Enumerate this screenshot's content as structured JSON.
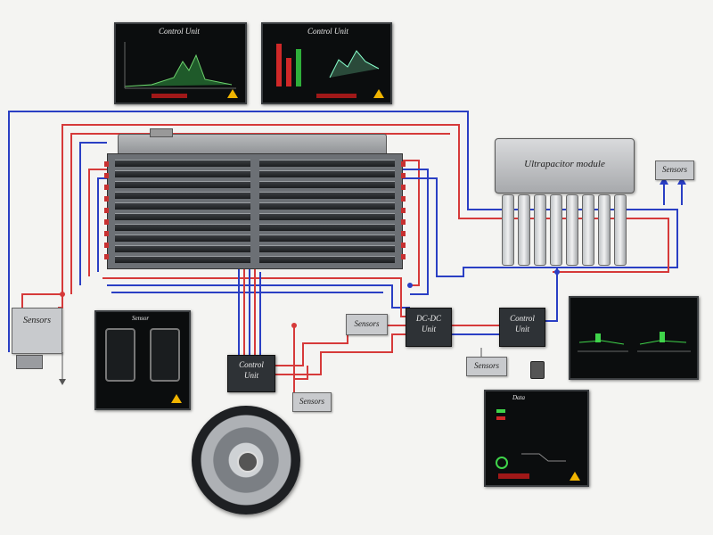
{
  "labels": {
    "ultracapacitor": "Ultrapacitor module",
    "sensors_top_right": "Sensors",
    "sensors_left": "Sensors",
    "sensors_middle": "Sensors",
    "sensors_lower_middle": "Sensors",
    "sensors_bottom": "Sensors",
    "dcdc_unit": "DC-DC\nUnit",
    "control_unit_right": "Control\nUnit",
    "control_unit_left": "Control\nUnit"
  },
  "screens": {
    "top_left_title": "Control Unit",
    "top_right_title": "Control Unit",
    "left_panel_title": "Sensor",
    "bottom_panel_title": "Data"
  },
  "colors": {
    "wire_red": "#d63a3a",
    "wire_blue": "#2a3fc4",
    "screen_bg": "#0b0d0e",
    "warning": "#f0b400"
  }
}
